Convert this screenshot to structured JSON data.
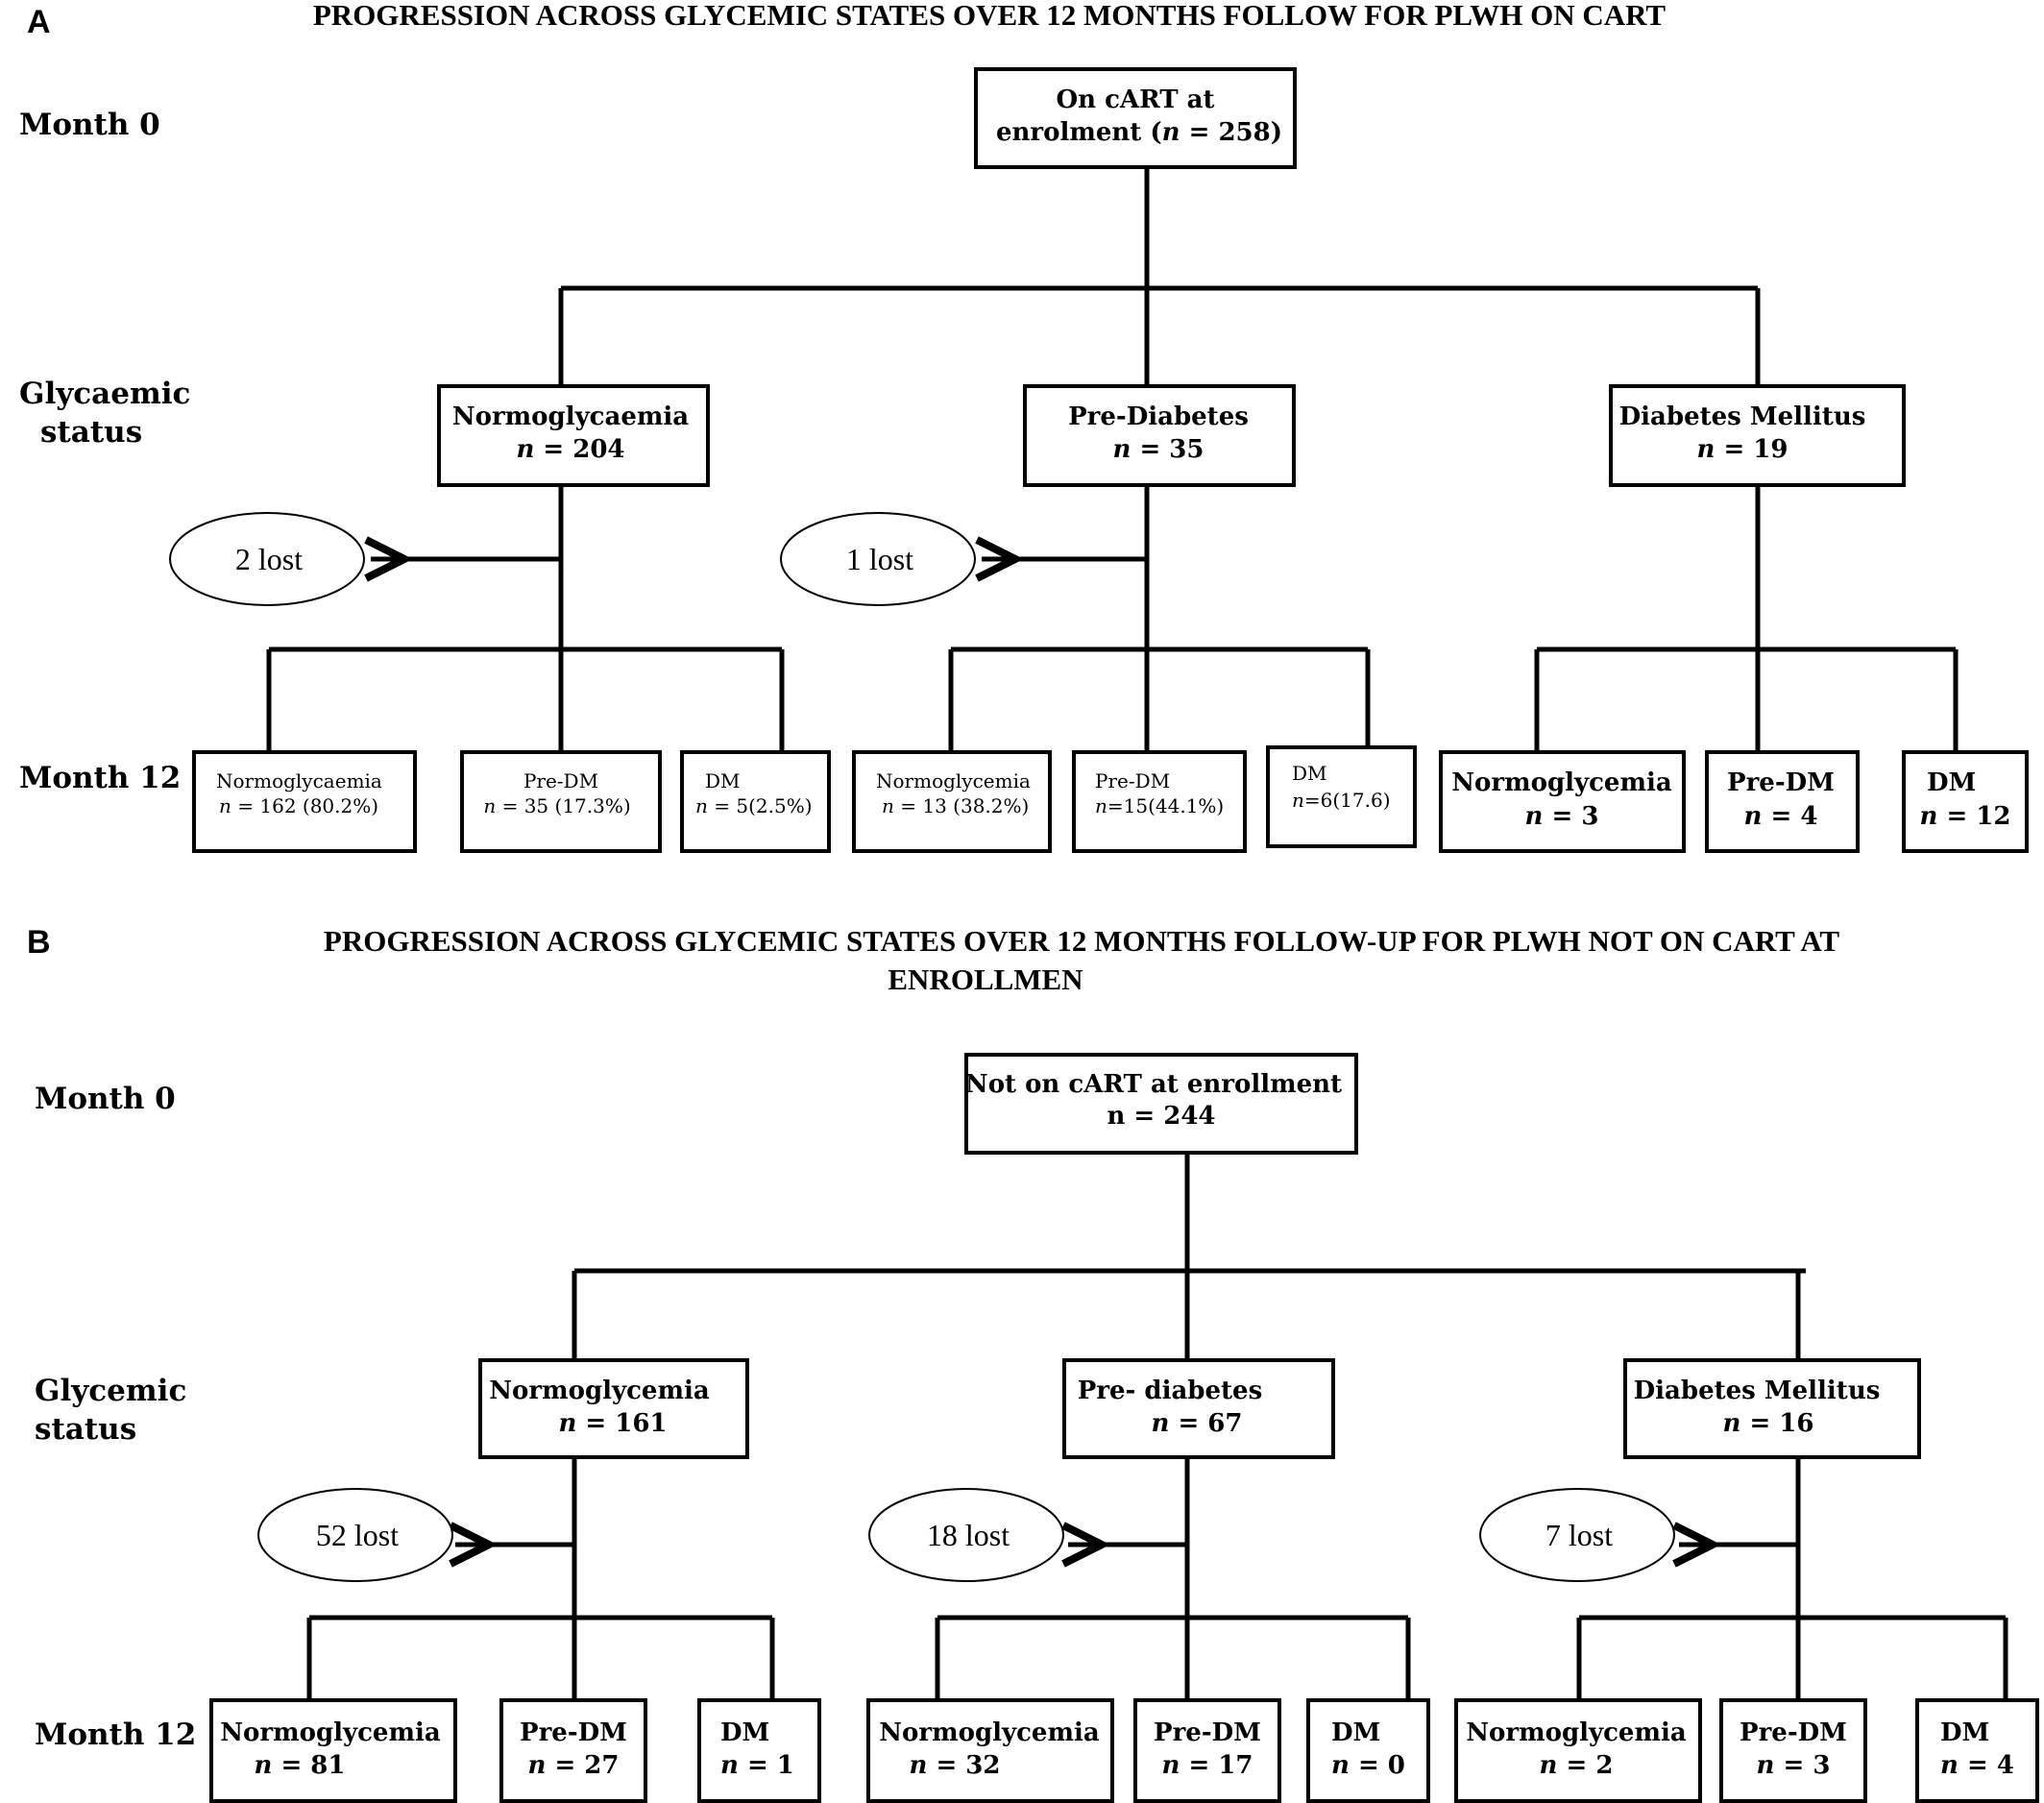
{
  "panel_a": {
    "letter": "A",
    "title": "PROGRESSION ACROSS GLYCEMIC STATES OVER 12 MONTHS FOLLOW FOR PLWH ON CART",
    "row_labels": {
      "month0": "Month 0",
      "status_1": "Glycaemic",
      "status_2": "status",
      "month12": "Month 12"
    },
    "root": {
      "line1": "On cART at",
      "line2_pre": "enrolment (",
      "line2_n": "n",
      "line2_post": " = 258)"
    },
    "groups": [
      {
        "label": "Normoglycaemia",
        "n": "n",
        "count": " = 204",
        "lost": "2 lost"
      },
      {
        "label": "Pre-Diabetes",
        "n": "n",
        "count": " = 35",
        "lost": "1 lost"
      },
      {
        "label": "Diabetes Mellitus",
        "n": "n",
        "count": " = 19",
        "lost": ""
      }
    ],
    "outcomes": [
      {
        "label": "Normoglycaemia",
        "n": "n",
        "value": " = 162 (80.2%)"
      },
      {
        "label": "Pre-DM",
        "n": "n",
        "value": " = 35 (17.3%)"
      },
      {
        "label": "DM",
        "n": "n",
        "value": " = 5(2.5%)"
      },
      {
        "label": "Normoglycemia",
        "n": "n",
        "value": " = 13 (38.2%)"
      },
      {
        "label": "Pre-DM",
        "n": "n",
        "value": "=15(44.1%)"
      },
      {
        "label": "DM",
        "n": "n",
        "value": "=6(17.6)"
      },
      {
        "label": "Normoglycemia",
        "n": "n",
        "value": " = 3"
      },
      {
        "label": "Pre-DM",
        "n": "n",
        "value": " = 4"
      },
      {
        "label": "DM",
        "n": "n",
        "value": " = 12"
      }
    ]
  },
  "panel_b": {
    "letter": "B",
    "title_line1": "PROGRESSION ACROSS GLYCEMIC STATES OVER 12 MONTHS FOLLOW-UP FOR PLWH NOT ON CART AT",
    "title_line2": "ENROLLMEN",
    "row_labels": {
      "month0": "Month 0",
      "status_1": "Glycemic",
      "status_2": "status",
      "month12": "Month 12"
    },
    "root": {
      "line1": "Not on cART at enrollment",
      "line2": "n = 244"
    },
    "groups": [
      {
        "label": "Normoglycemia",
        "n": "n",
        "count": " = 161",
        "lost": "52 lost"
      },
      {
        "label": "Pre- diabetes",
        "n": "n",
        "count": " = 67",
        "lost": "18 lost"
      },
      {
        "label": "Diabetes Mellitus",
        "n": "n",
        "count": " = 16",
        "lost": "7 lost"
      }
    ],
    "outcomes": [
      {
        "label": "Normoglycemia",
        "n": "n",
        "value": " = 81"
      },
      {
        "label": "Pre-DM",
        "n": "n",
        "value": " = 27"
      },
      {
        "label": "DM",
        "n": "n",
        "value": " = 1"
      },
      {
        "label": "Normoglycemia",
        "n": "n",
        "value": " = 32"
      },
      {
        "label": "Pre-DM",
        "n": "n",
        "value": " = 17"
      },
      {
        "label": "DM",
        "n": "n",
        "value": " = 0"
      },
      {
        "label": "Normoglycemia",
        "n": "n",
        "value": " = 2"
      },
      {
        "label": "Pre-DM",
        "n": "n",
        "value": " = 3"
      },
      {
        "label": "DM",
        "n": "n",
        "value": " = 4"
      }
    ]
  }
}
